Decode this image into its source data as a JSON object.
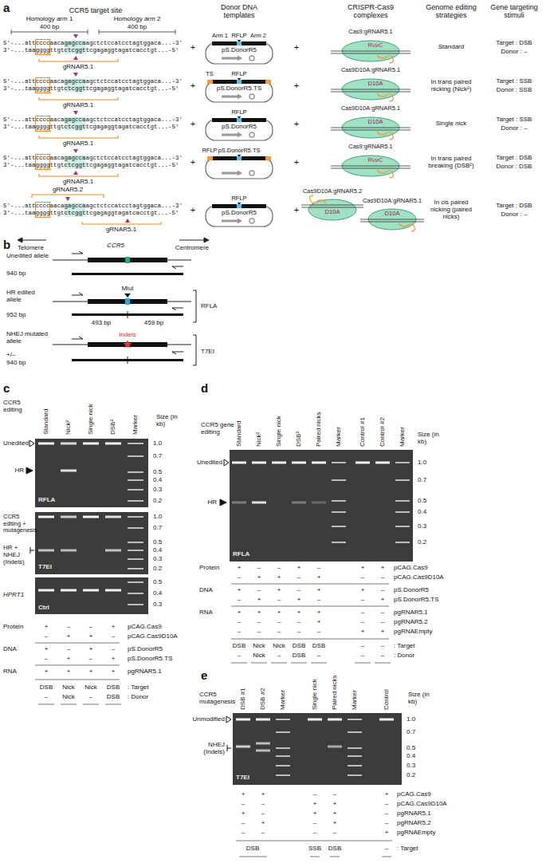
{
  "diagram": {
    "nodes": [
      {
        "text": [
          "Arm 1",
          "RFLP",
          "Arm 2",
          "pS.DonorR5"
        ]
      },
      {
        "text": [
          "Cas9:gRNAR5.1",
          "RuvC"
        ]
      },
      {
        "text": [
          "TS",
          "RFLP",
          "pS.DonorR5.TS"
        ]
      },
      {
        "text": [
          "Cas9D10A:gRNAR5.1",
          "D10A"
        ]
      },
      {
        "text": [
          "RFLP",
          "pS.DonorR5"
        ]
      },
      {
        "text": [
          "Cas9D10A:gRNAR5.1",
          "D10A"
        ]
      },
      {
        "text": [
          "RFLP",
          "pS.DonorR5.TS"
        ]
      },
      {
        "text": [
          "Cas9:gRNAR5.1",
          "RuvC"
        ]
      },
      {
        "text": [
          "RFLP",
          "pS.DonorR5"
        ]
      },
      {
        "text": [
          "Cas9D10A:gRNAR5.2",
          "D10A"
        ]
      },
      {
        "text": [
          "Cas9D10A:gRNAR5.1",
          "D10A"
        ]
      },
      {
        "text": [
          "RFLA"
        ]
      },
      {
        "text": [
          "T7EI"
        ]
      },
      {
        "text": [
          "Ctrl"
        ]
      },
      {
        "text": [
          "RFLA"
        ]
      },
      {
        "text": [
          "T7EI"
        ]
      }
    ],
    "labels": [
      "a",
      "CCR5 target site",
      "Donor DNA templates",
      "CRISPR-Cas9 complexes",
      "Genome editing strategies",
      "Gene targeting stimuli",
      "Homology arm 1",
      "400 bp",
      "Homology arm 2",
      "400 bp",
      "5′-...attccccaacagagccaagctctccatcctagtggaca...-3′",
      "3′-...taaggggttgtctcggttcgagaggtagatcacctgt...-5′",
      "gRNAR5.1",
      "+",
      "+",
      "Standard",
      "Target : DSB",
      "Donor : –",
      "5′-...attccccaacagagccaagctctccatcctagtggaca...-3′",
      "3′-...taaggggttgtctcggttcgagaggtagatcacctgt...-5′",
      "gRNAR5.1",
      "+",
      "+",
      "In trans paired nicking (Nick²)",
      "Target : SSB",
      "Donor : SSB",
      "5′-...attccccaacagagccaagctctccatcctagtggaca...-3′",
      "3′-...taaggggttgtctcggttcgagaggtagatcacctgt...-5′",
      "gRNAR5.1",
      "+",
      "+",
      "Single nick",
      "Target : SSB",
      "Donor : –",
      "5′-...attccccaacagagccaagctctccatcctagtggaca...-3′",
      "3′-...taaggggttgtctcggttcgagaggtagatcacctgt...-5′",
      "gRNAR5.1",
      "+",
      "+",
      "In trans paired breaking (DSB²)",
      "Target : DSB",
      "Donor : DSB",
      "5′-...attccccaacagagccaagctctccatcctagtggaca...-3′",
      "3′-...taaggggttgtctcggttcgagaggtagatcacctgt...-5′",
      "gRNAR5.2",
      "gRNAR5.1",
      "+",
      "+",
      "In cis paired nicking (paired nicks)",
      "Target : DSB",
      "Donor : –",
      "b",
      "Telomere",
      "CCR5",
      "Centromere",
      "Unedited allele",
      "940 bp",
      "HR edited allele",
      "MluI",
      "952 bp",
      "493 bp",
      "459 bp",
      "RFLA",
      "NHEJ mutated allele",
      "Indels",
      "+/–",
      "940 bp",
      "T7EI",
      "c",
      "CCR5 editing",
      "Standard",
      "Nick²",
      "Single nick",
      "DSB²",
      "Marker",
      "Size (in kb)",
      "Unedited",
      "HR",
      "1.0",
      "0.7",
      "0.5",
      "0.4",
      "0.3",
      "0.2",
      "CCR5 editing + mutagenesis",
      "HR + NHEJ (Indels)",
      "1.0",
      "0.7",
      "0.5",
      "0.4",
      "0.3",
      "0.2",
      "HPRT1",
      "0.5",
      "0.4",
      "0.3",
      "Protein",
      "+",
      "–",
      "–",
      "+",
      "pCAG.Cas9",
      "–",
      "+",
      "+",
      "–",
      "pCAG.Cas9D10A",
      "DNA",
      "+",
      "–",
      "+",
      "–",
      "pS.DonorR5",
      "–",
      "+",
      "–",
      "+",
      "pS.DonorR5.TS",
      "RNA",
      "+",
      "+",
      "+",
      "+",
      "pgRNAR5.1",
      "DSB",
      "Nick",
      "Nick",
      "DSB",
      ": Target",
      "–",
      "Nick",
      "–",
      "DSB",
      ": Donor",
      "d",
      "CCR5 gene editing",
      "Standard",
      "Nick²",
      "Single nick",
      "DSB²",
      "Paired nicks",
      "Marker",
      "Control #1",
      "Control #2",
      "Marker",
      "Size (in kb)",
      "Unedited",
      "HR",
      "1.0",
      "0.7",
      "0.5",
      "0.4",
      "0.3",
      "0.2",
      "Protein",
      "+",
      "–",
      "–",
      "+",
      "–",
      "+",
      "+",
      "pCAG.Cas9",
      "–",
      "+",
      "+",
      "–",
      "+",
      "–",
      "–",
      "pCAG.Cas9D10A",
      "DNA",
      "+",
      "–",
      "+",
      "–",
      "+",
      "+",
      "–",
      "pS.DonorR5",
      "–",
      "+",
      "–",
      "+",
      "–",
      "–",
      "+",
      "pS.DonorR5.TS",
      "RNA",
      "+",
      "+",
      "+",
      "+",
      "+",
      "–",
      "–",
      "pgRNAR5.1",
      "–",
      "–",
      "–",
      "–",
      "+",
      "–",
      "–",
      "pgRNAR5.2",
      "–",
      "–",
      "–",
      "–",
      "–",
      "+",
      "+",
      "pgRNAEmpty",
      "DSB",
      "Nick",
      "Nick",
      "DSB",
      "DSB",
      "–",
      "–",
      ": Target",
      "–",
      "Nick",
      "–",
      "DSB",
      "–",
      "–",
      "–",
      ": Donor",
      "e",
      "CCR5 mutagenesis",
      "DSB #1",
      "DSB #2",
      "Marker",
      "Single nick",
      "Paired nicks",
      "Marker",
      "Control",
      "Size (in kb)",
      "Unmodified",
      "NHEJ (Indels)",
      "1.0",
      "0.7",
      "0.5",
      "0.4",
      "0.3",
      "0.2",
      "+",
      "+",
      "–",
      "–",
      "+",
      "pCAG.Cas9",
      "–",
      "–",
      "+",
      "+",
      "–",
      "pCAG.Cas9D10A",
      "+",
      "–",
      "+",
      "+",
      "–",
      "pgRNAR5.1",
      "–",
      "+",
      "–",
      "+",
      "–",
      "pgRNAR5.2",
      "–",
      "–",
      "–",
      "–",
      "+",
      "pgRNAEmpty",
      "DSB",
      "SSB",
      "DSB",
      "–",
      ": Target"
    ]
  }
}
